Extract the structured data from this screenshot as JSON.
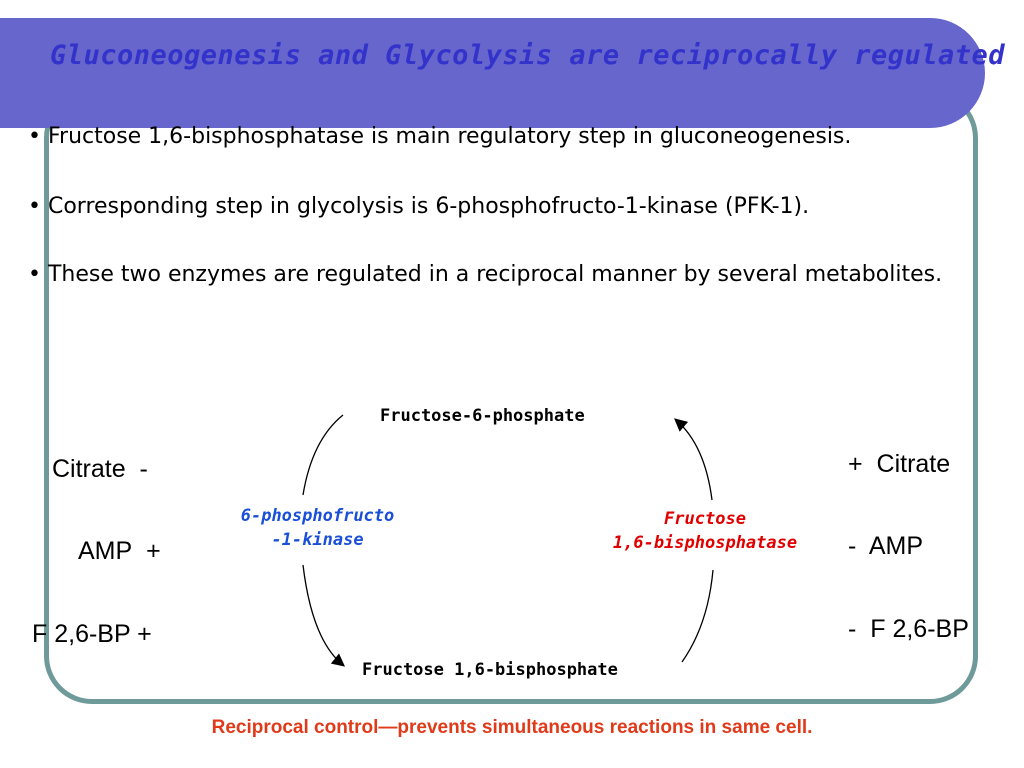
{
  "slide": {
    "title": "Gluconeogenesis and Glycolysis are reciprocally regulated",
    "bullets": [
      "• Fructose 1,6-bisphosphatase is main regulatory step in gluconeogenesis.",
      "• Corresponding step in glycolysis is 6-phosphofructo-1-kinase (PFK-1).",
      "• These two enzymes are regulated in a reciprocal manner by several metabolites."
    ]
  },
  "diagram": {
    "top_node": "Fructose-6-phosphate",
    "bottom_node": "Fructose 1,6-bisphosphate",
    "left_enzyme": [
      "6-phosphofructo",
      "-1-kinase"
    ],
    "right_enzyme": [
      "Fructose",
      "1,6-bisphosphatase"
    ],
    "left_regulators": [
      {
        "name": "Citrate",
        "sign": "-"
      },
      {
        "name": "AMP",
        "sign": "+"
      },
      {
        "name": "F 2,6-BP",
        "sign": "+"
      }
    ],
    "right_regulators": [
      {
        "name": "Citrate",
        "sign": "+"
      },
      {
        "name": "AMP",
        "sign": "-"
      },
      {
        "name": "F 2,6-BP",
        "sign": "-"
      }
    ],
    "colors": {
      "left_enzyme": "#1a4fd8",
      "right_enzyme": "#e00000"
    }
  },
  "footer": "Reciprocal control—prevents simultaneous reactions in same cell.",
  "theme": {
    "banner": "#6666cc",
    "title": "#3333cc",
    "frame": "#6f9a9a",
    "footer": "#e03a1a"
  }
}
